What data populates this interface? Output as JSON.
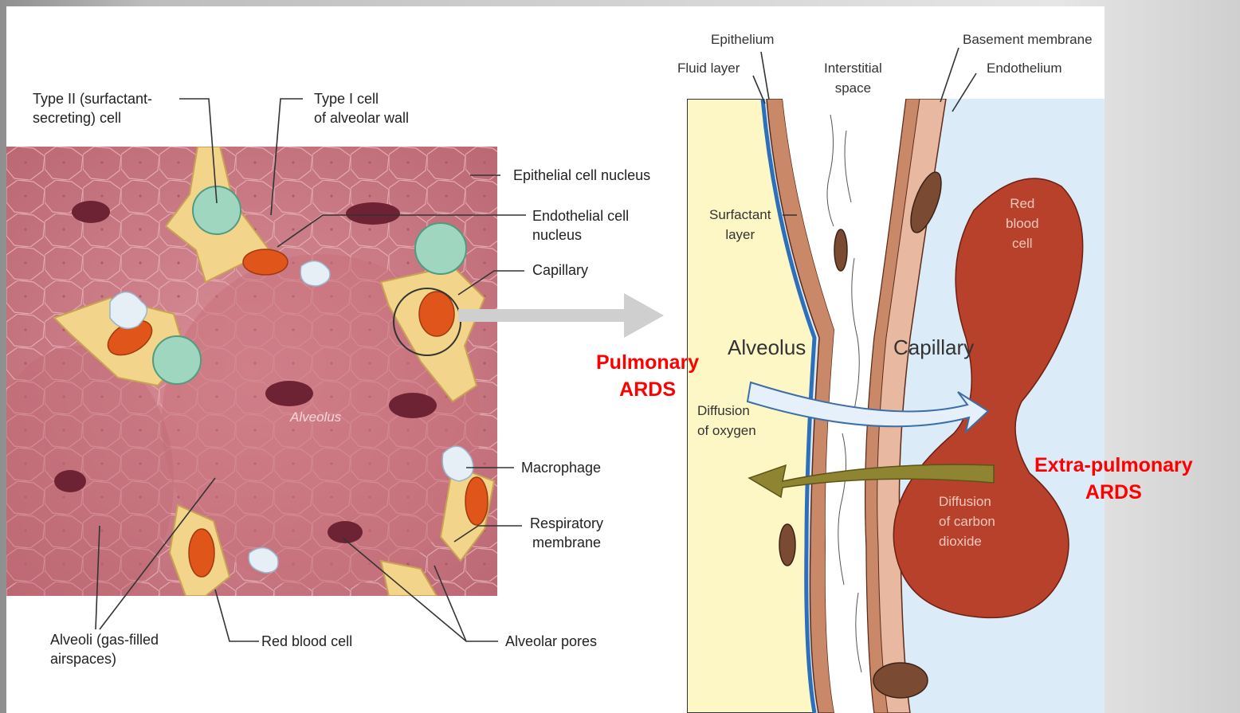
{
  "left_labels": {
    "type2": "Type II (surfactant-\nsecreting) cell",
    "type1": "Type I cell\nof alveolar wall",
    "epithelial_nucleus": "Epithelial cell nucleus",
    "endothelial_nucleus": "Endothelial cell\nnucleus",
    "capillary": "Capillary",
    "alveolus": "Alveolus",
    "macrophage": "Macrophage",
    "respiratory_membrane": "Respiratory\nmembrane",
    "alveoli": "Alveoli (gas-filled\nairspaces)",
    "red_blood_cell": "Red blood cell",
    "alveolar_pores": "Alveolar pores"
  },
  "right_labels": {
    "epithelium": "Epithelium",
    "fluid_layer": "Fluid layer",
    "interstitial_space": "Interstitial\nspace",
    "basement_membrane": "Basement membrane",
    "endothelium": "Endothelium",
    "surfactant_layer": "Surfactant\nlayer",
    "alveolus": "Alveolus",
    "capillary": "Capillary",
    "red_blood_cell": "Red\nblood\ncell",
    "diffusion_oxygen": "Diffusion\nof oxygen",
    "diffusion_co2": "Diffusion\nof carbon\ndioxide"
  },
  "annotations": {
    "pulmonary": "Pulmonary\nARDS",
    "extra_pulmonary": "Extra-pulmonary\nARDS"
  },
  "colors": {
    "annotation_red": "#ff0000",
    "tissue_pink": "#c97a84",
    "alveolus_yellow": "#fdf7c6",
    "capillary_blue": "#dcebf8",
    "red_blood_cell": "#b8412c"
  }
}
